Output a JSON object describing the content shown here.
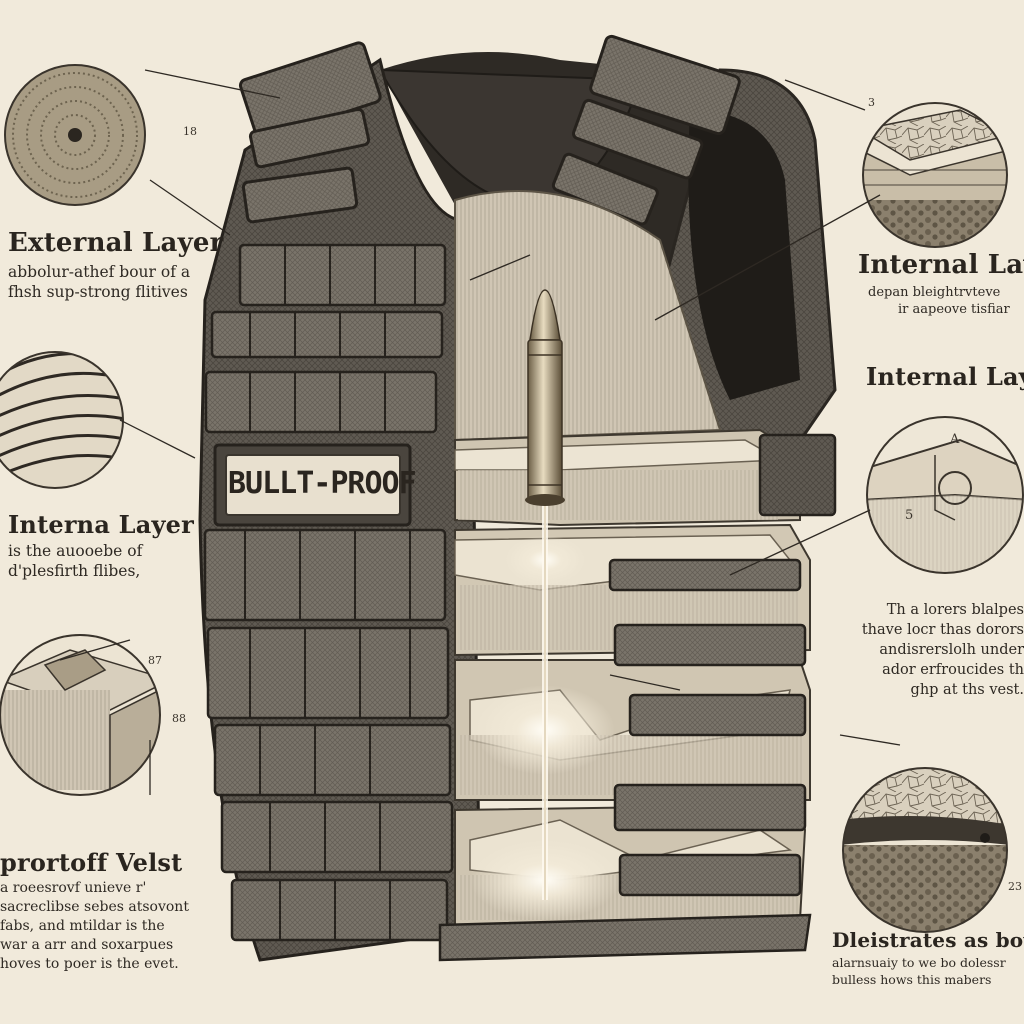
{
  "patch_label": "BULLT-PROOF",
  "callouts": [
    {
      "id": "external",
      "title": "External Layer",
      "lines": [
        "abbolur-athef bour of a",
        "fhsh sup-strong flitives"
      ]
    },
    {
      "id": "interna-left",
      "title": "Interna Layer",
      "lines": [
        "is the auooebe of",
        "d'plesfirth flibes,"
      ]
    },
    {
      "id": "vest",
      "title": "prortoff Velst",
      "lines": [
        "a roeesrovf unieve r'",
        "sacreclibse sebes atsovont",
        "fabs, and mtildar is the",
        "war a arr and soxarpues",
        "hoves to poer is the evet."
      ]
    },
    {
      "id": "internal-top",
      "title": "Internal Layer",
      "lines": [
        "depan bleightrvteve",
        "ir aapeove tisfiar"
      ]
    },
    {
      "id": "internal-mid",
      "title": "Internal Layer",
      "lines": []
    },
    {
      "id": "layers-note",
      "title": "",
      "lines": [
        "Th a lorers blalpes",
        "thave locr thas dorors",
        "andisrerslolh under",
        "ador erfroucides th",
        "ghp at ths vest."
      ]
    },
    {
      "id": "illustrates",
      "title": "Dleistrates as bow",
      "lines": [
        "alarnsuaiy to we bo dolessr",
        "bulless hows this mabers"
      ]
    }
  ],
  "numbers": {
    "n18": "18",
    "n3": "3",
    "nA": "A",
    "n5": "5",
    "n87": "87",
    "n88": "88",
    "n23": "23"
  }
}
